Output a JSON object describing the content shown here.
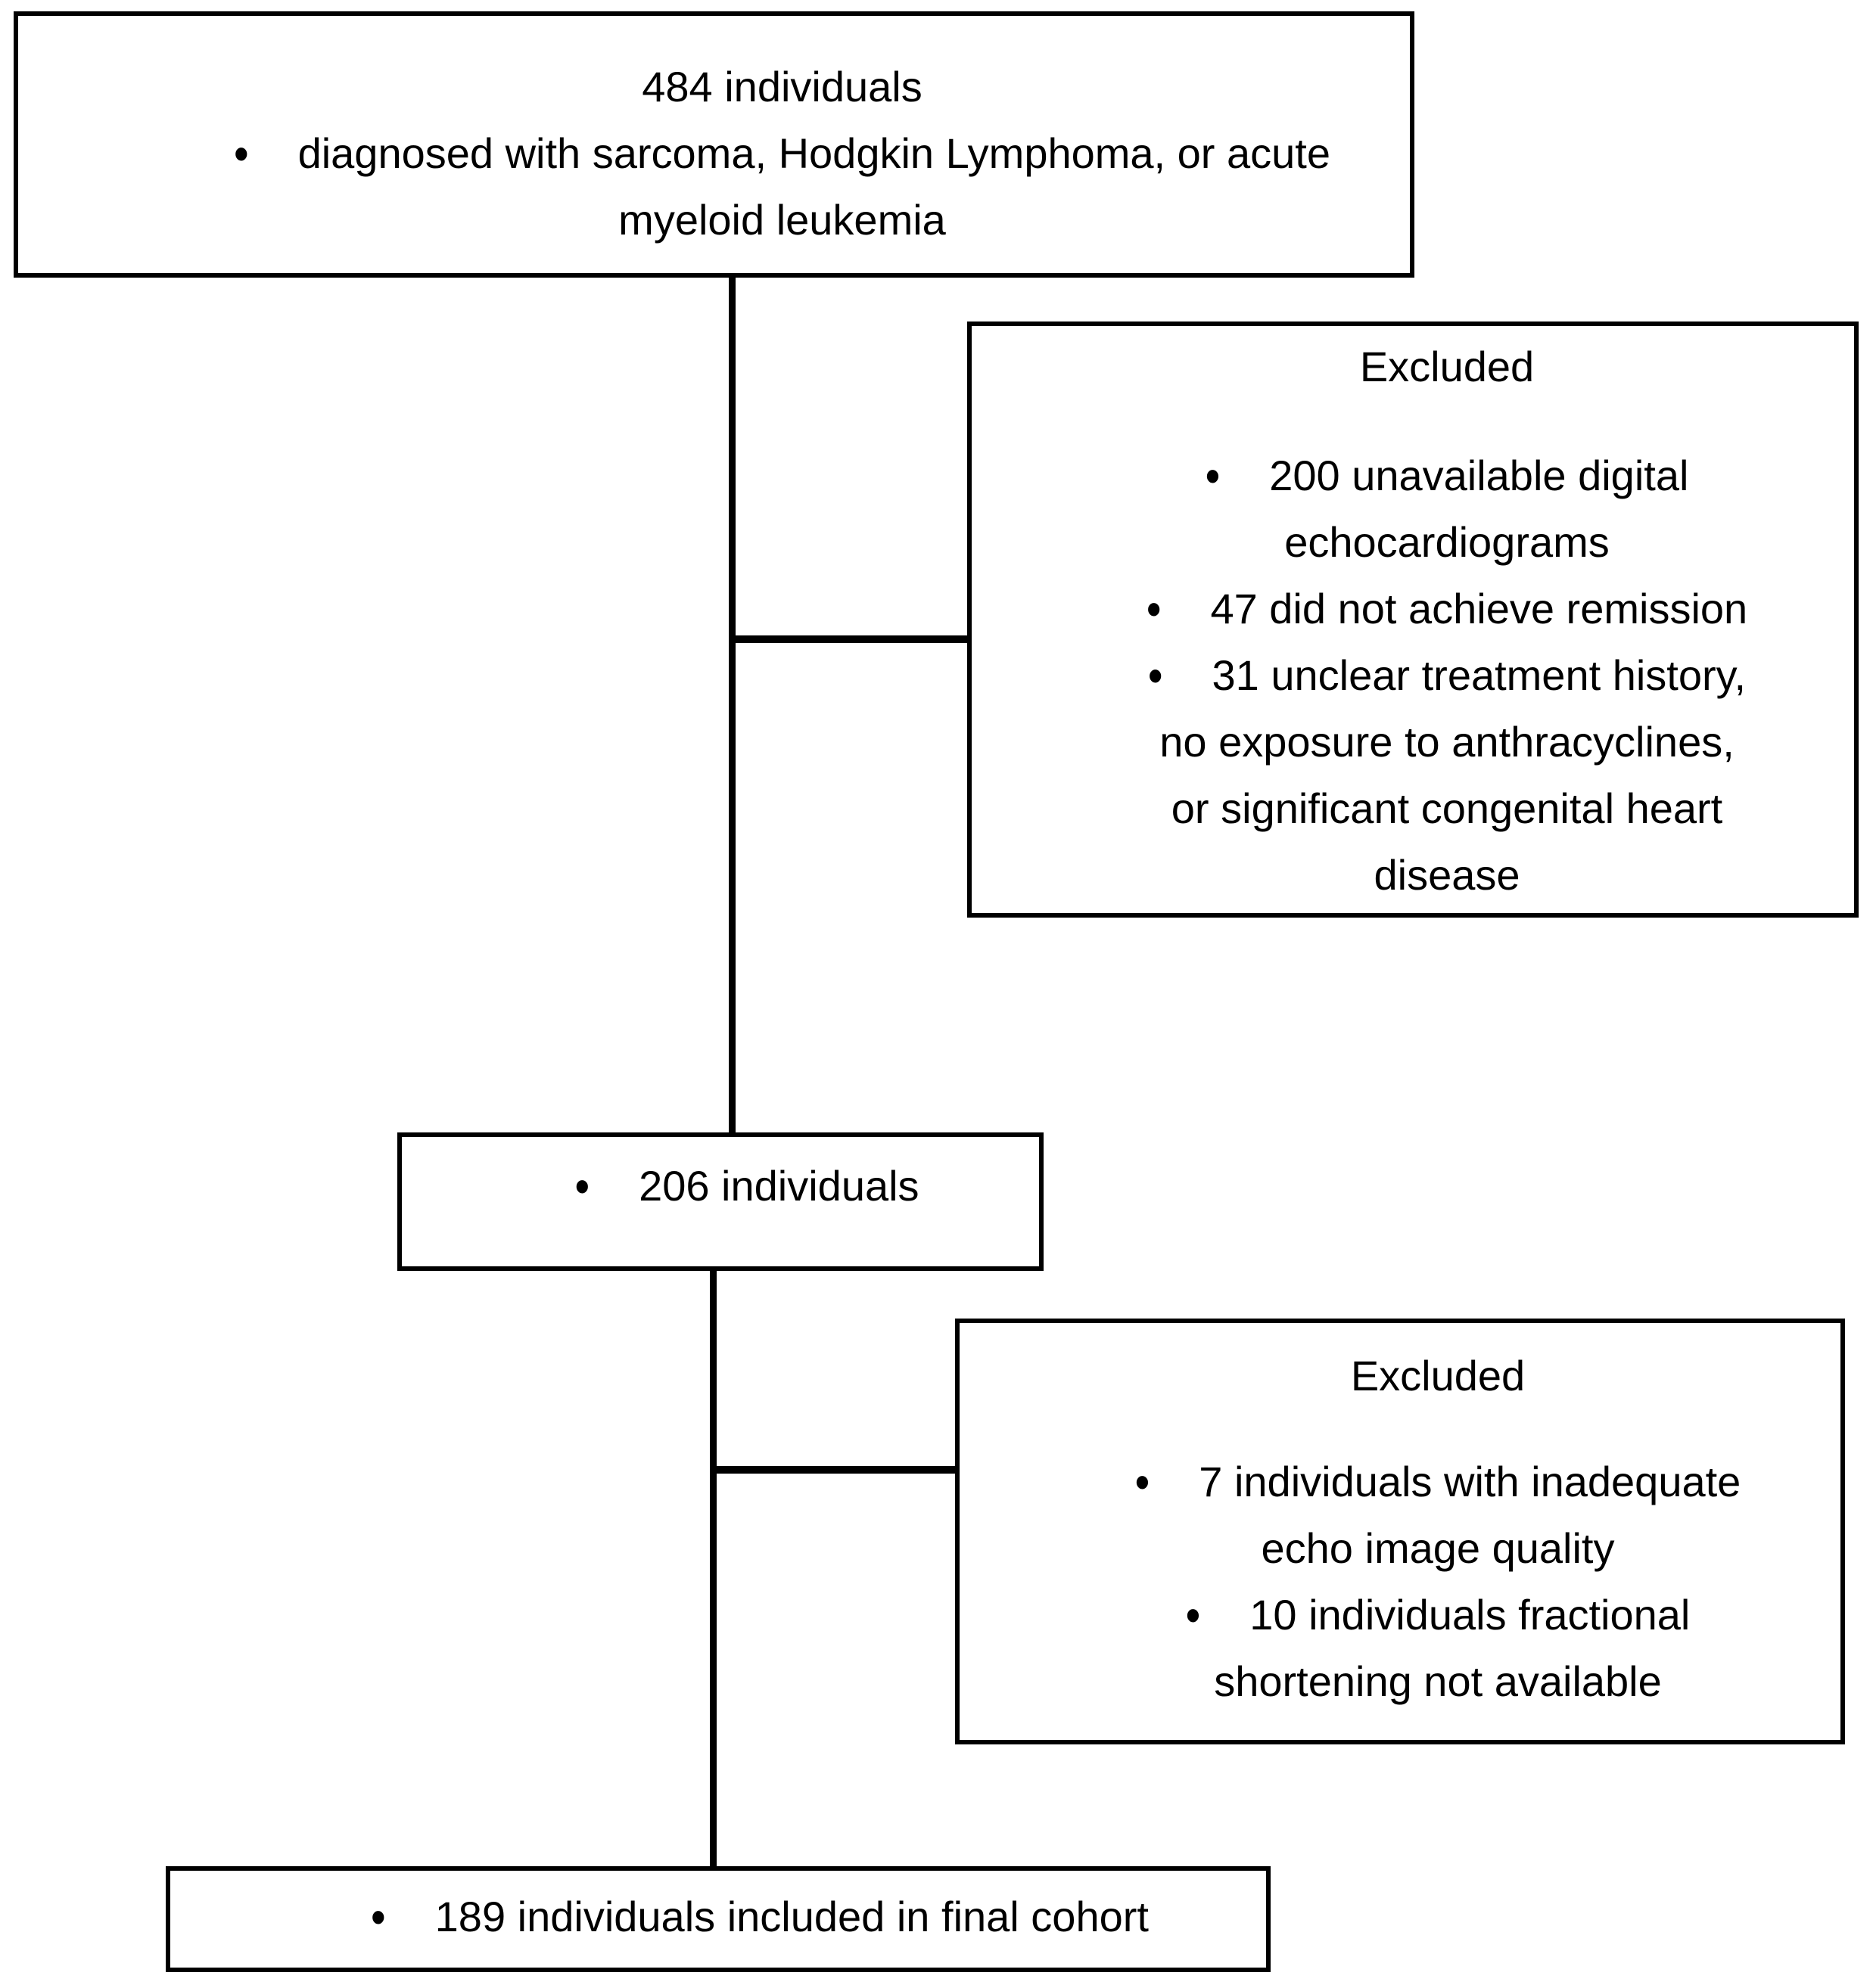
{
  "bullet_glyph": "•",
  "colors": {
    "box_border": "#000000",
    "connector_line": "#000000",
    "text": "#000000",
    "background": "#ffffff"
  },
  "flowchart": {
    "start_box": {
      "count": "484 individuals",
      "bullet1_line1": "diagnosed with sarcoma, Hodgkin Lymphoma, or acute",
      "bullet1_line2": "myeloid leukemia"
    },
    "excluded_box_1": {
      "heading": "Excluded",
      "bullet1_line1": "200 unavailable digital",
      "bullet1_line2": "echocardiograms",
      "bullet2_line1": "47 did not achieve remission",
      "bullet3_line1": "31 unclear treatment history,",
      "bullet3_line2": "no exposure to anthracyclines,",
      "bullet3_line3": "or significant congenital heart",
      "bullet3_line4": "disease"
    },
    "remaining_box": {
      "bullet1_line1": "206 individuals"
    },
    "excluded_box_2": {
      "heading": "Excluded",
      "bullet1_line1": "7 individuals with inadequate",
      "bullet1_line2": "echo image quality",
      "bullet2_line1": "10 individuals fractional",
      "bullet2_line2": "shortening not available"
    },
    "final_box": {
      "bullet1_line1": "189 individuals included in final cohort"
    }
  }
}
